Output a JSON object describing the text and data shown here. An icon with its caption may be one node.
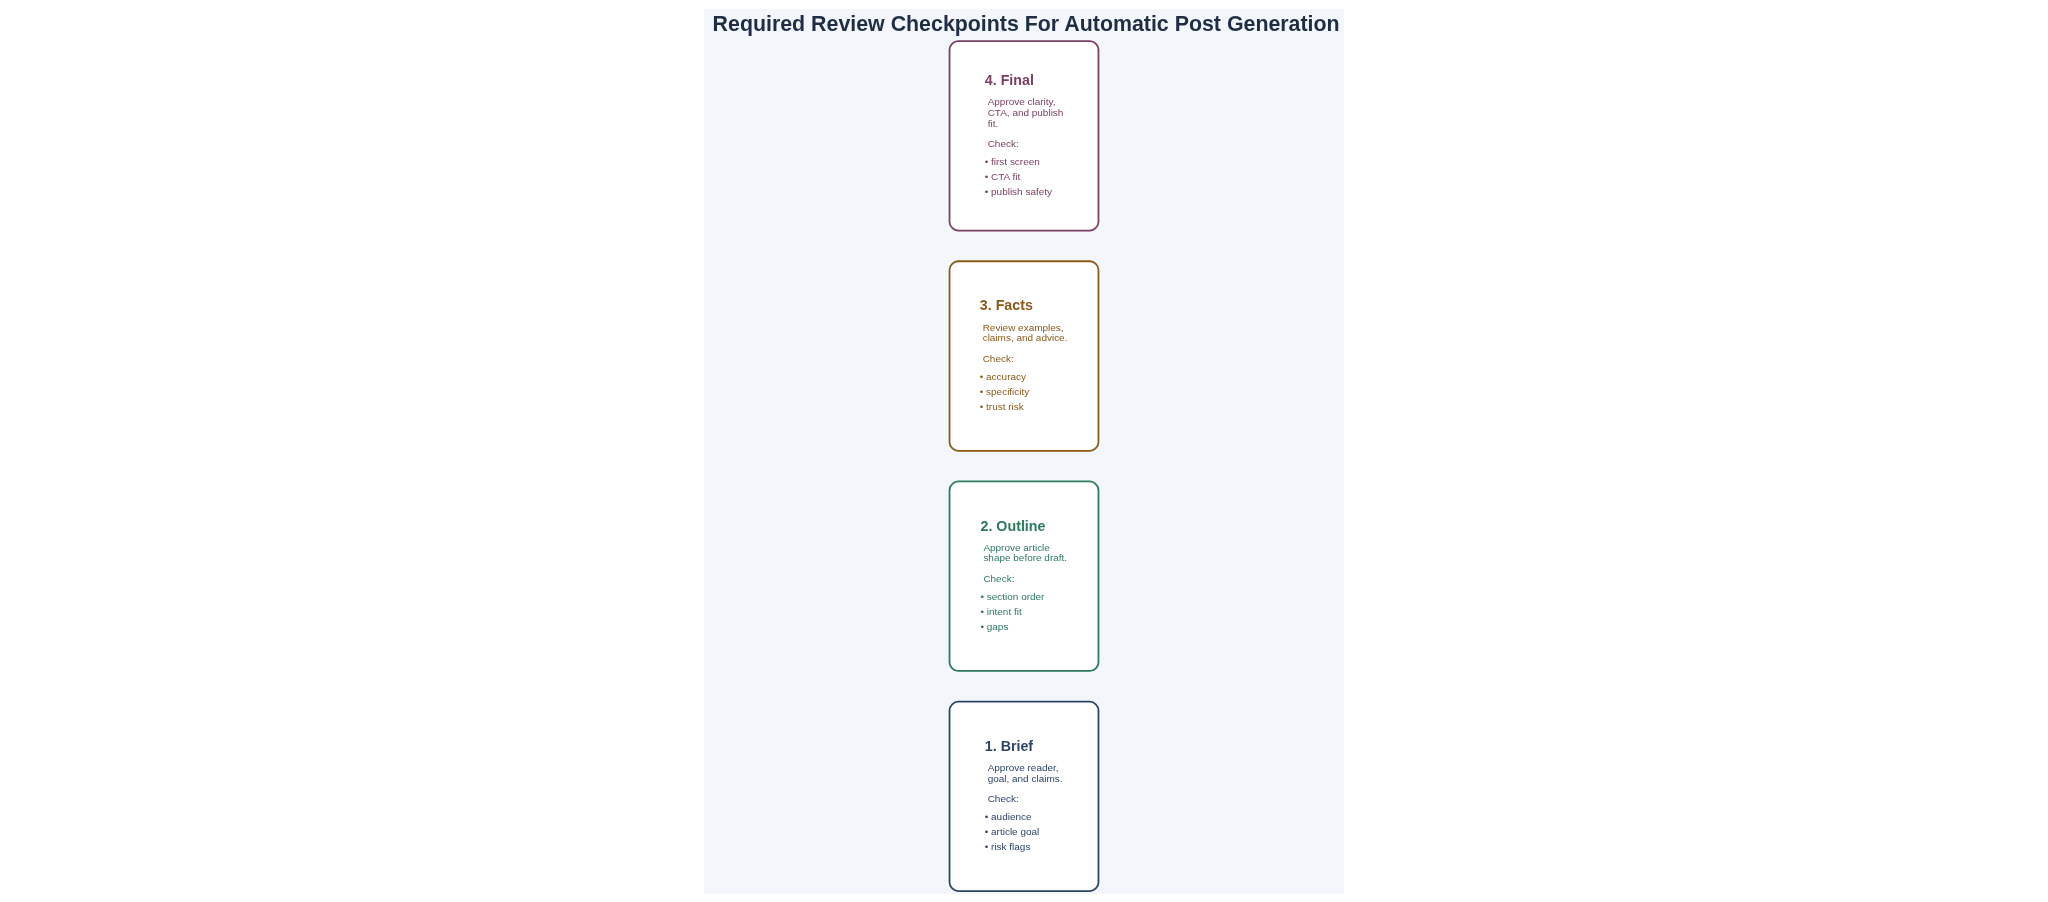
{
  "diagram": {
    "title": "Required Review Checkpoints For Automatic Post Generation",
    "nodes": [
      {
        "text": [
          "1. Brief",
          "Approve reader, goal, and claims.",
          "Check:",
          "• audience",
          "• article goal",
          "• risk flags"
        ]
      },
      {
        "text": [
          "2. Outline",
          "Approve article shape before draft.",
          "Check:",
          "• section order",
          "• intent fit",
          "• gaps"
        ]
      },
      {
        "text": [
          "3. Facts",
          "Review examples, claims, and advice.",
          "Check:",
          "• accuracy",
          "• specificity",
          "• trust risk"
        ]
      },
      {
        "text": [
          "4. Final",
          "Approve clarity, CTA, and publish fit.",
          "Check:",
          "• first screen",
          "• CTA fit",
          "• publish safety"
        ]
      }
    ],
    "edges": []
  }
}
